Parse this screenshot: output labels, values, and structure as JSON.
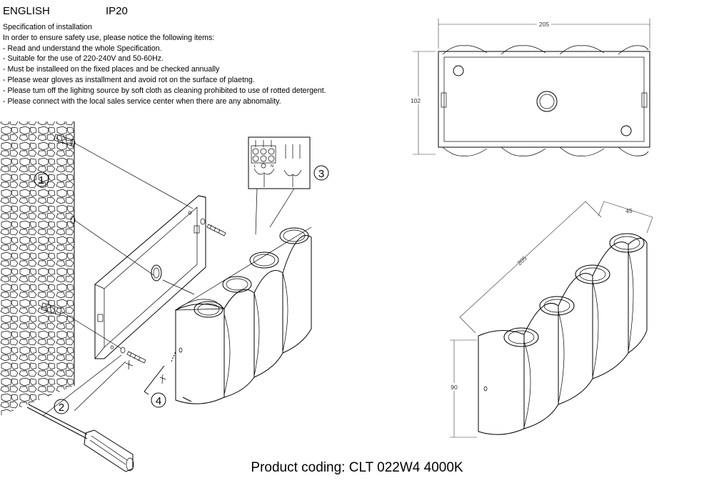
{
  "header": {
    "language": "ENGLISH",
    "rating": "IP20"
  },
  "instructions": {
    "title": "Specification of installation",
    "intro": "In order to ensure safety use, please notice the following items:",
    "items": [
      "- Read and understand the whole Specification.",
      "- Suitable for the use of 220-240V and 50-60Hz.",
      "- Must be installeed on the fixed places and be checked annually",
      "- Please wear gloves as installment and avoid rot on the surface of plaetng.",
      "- Please tum off the lighitng source by soft cloth as cleaning prohibited to use of rotted detergent.",
      "- Please connect with the local sales service center when there are any abnomality."
    ]
  },
  "top_view": {
    "width_label": "205",
    "height_label": "102"
  },
  "iso_view": {
    "length_label": "205",
    "depth_label": "45",
    "height_label": "90"
  },
  "callouts": [
    "1",
    "2",
    "3",
    "4"
  ],
  "terminal_labels": [
    "L",
    "N"
  ],
  "product_code": "Product coding: CLT 022W4 4000K"
}
